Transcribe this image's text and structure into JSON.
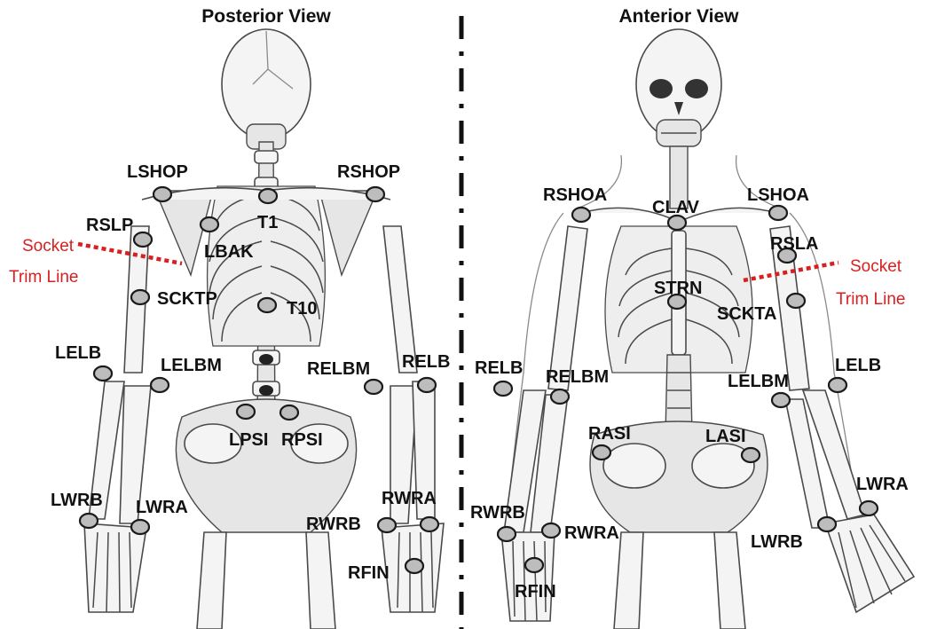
{
  "views": {
    "posterior": {
      "title": "Posterior View"
    },
    "anterior": {
      "title": "Anterior View"
    }
  },
  "annotations": {
    "posterior_trim_line": [
      "Socket",
      "Trim Line"
    ],
    "anterior_trim_line": [
      "Socket",
      "Trim Line"
    ]
  },
  "posterior_labels": {
    "lshop": "LSHOP",
    "rshop": "RSHOP",
    "t1": "T1",
    "rslp": "RSLP",
    "lbak": "LBAK",
    "scktp": "SCKTP",
    "t10": "T10",
    "lelb": "LELB",
    "lelbm": "LELBM",
    "relbm": "RELBM",
    "relb": "RELB",
    "lpsi": "LPSI",
    "rpsi": "RPSI",
    "lwrb": "LWRB",
    "lwra": "LWRA",
    "rwra": "RWRA",
    "rwrb": "RWRB",
    "rfin": "RFIN"
  },
  "anterior_labels": {
    "rshoa": "RSHOA",
    "clav": "CLAV",
    "lshoa": "LSHOA",
    "rsla": "RSLA",
    "strn": "STRN",
    "sckta": "SCKTA",
    "relb": "RELB",
    "relbm": "RELBM",
    "lelbm": "LELBM",
    "lelb": "LELB",
    "rasi": "RASI",
    "lasi": "LASI",
    "lwra": "LWRA",
    "rwrb": "RWRB",
    "rwra": "RWRA",
    "lwrb": "LWRB",
    "rfin": "RFIN"
  },
  "colors": {
    "trim_line": "#d91f1f",
    "marker_fill": "#bdbdbd",
    "marker_stroke": "#1a1a1a"
  }
}
